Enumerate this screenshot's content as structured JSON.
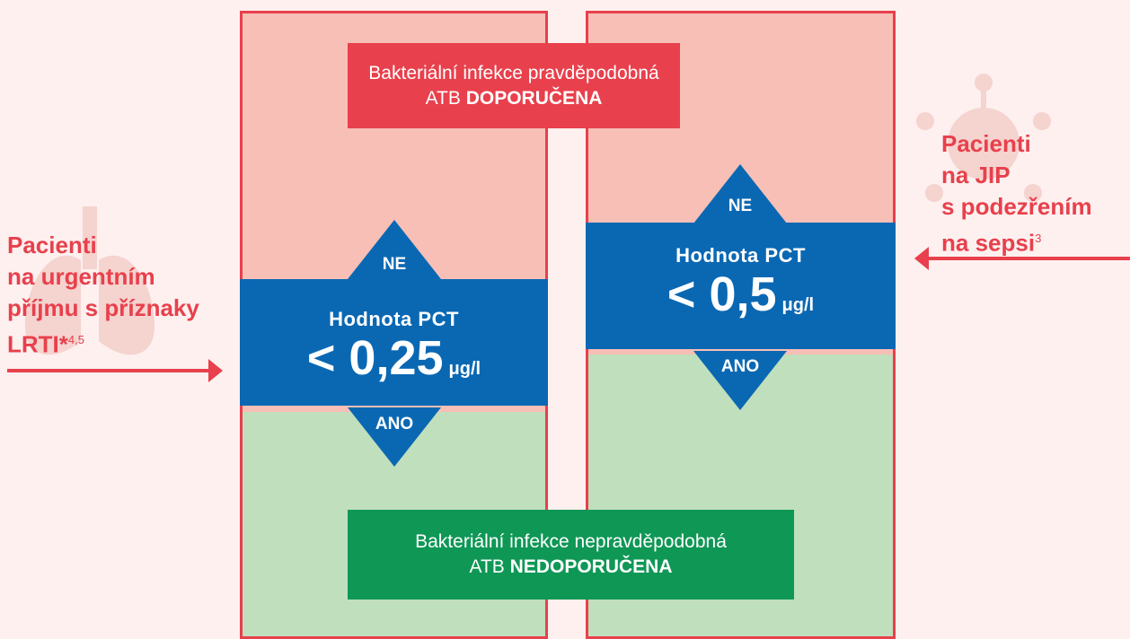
{
  "colors": {
    "red": "#e8404c",
    "pink_zone": "#f7bfb6",
    "green_zone": "#c0dfbd",
    "blue": "#0a68b3",
    "green": "#0f9756"
  },
  "top_box": {
    "line1": "Bakteriální infekce pravděpodobná",
    "prefix": "ATB",
    "emphasis": "DOPORUČENA"
  },
  "bottom_box": {
    "line1": "Bakteriální infekce nepravděpodobná",
    "prefix": "ATB",
    "emphasis": "NEDOPORUČENA"
  },
  "left_pct": {
    "title": "Hodnota PCT",
    "value": "< 0,25",
    "unit": "μg/l",
    "up_label": "NE",
    "down_label": "ANO"
  },
  "right_pct": {
    "title": "Hodnota PCT",
    "value": "< 0,5",
    "unit": "μg/l",
    "up_label": "NE",
    "down_label": "ANO"
  },
  "left_patients": {
    "line1": "Pacienti",
    "line2": "na urgentním",
    "line3": "příjmu s příznaky",
    "line4": "LRTI*",
    "ref": "4,5",
    "icon": "lungs-icon"
  },
  "right_patients": {
    "line1": "Pacienti",
    "line2": "na JIP",
    "line3": "s podezřením",
    "line4": "na sepsi",
    "ref": "3",
    "icon": "virus-icon"
  }
}
